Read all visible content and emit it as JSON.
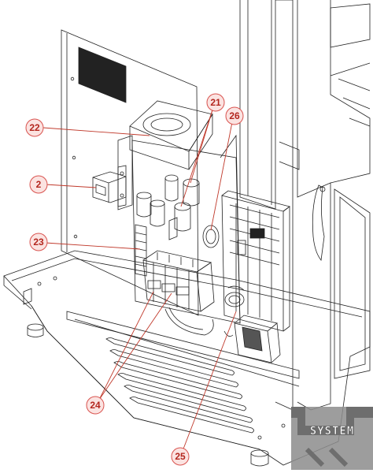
{
  "diagram": {
    "callouts": [
      {
        "id": "c22",
        "label": "22"
      },
      {
        "id": "c21",
        "label": "21"
      },
      {
        "id": "c26",
        "label": "26"
      },
      {
        "id": "c2",
        "label": "2"
      },
      {
        "id": "c23",
        "label": "23"
      },
      {
        "id": "c24",
        "label": "24"
      },
      {
        "id": "c25",
        "label": "25"
      }
    ],
    "watermark": {
      "text": "SYSTEM"
    },
    "colors": {
      "callout_ring": "#d9534f",
      "callout_fill": "#fbe3e1",
      "callout_text": "#b3261e",
      "leader": "#c0392b",
      "line": "#222222"
    }
  }
}
